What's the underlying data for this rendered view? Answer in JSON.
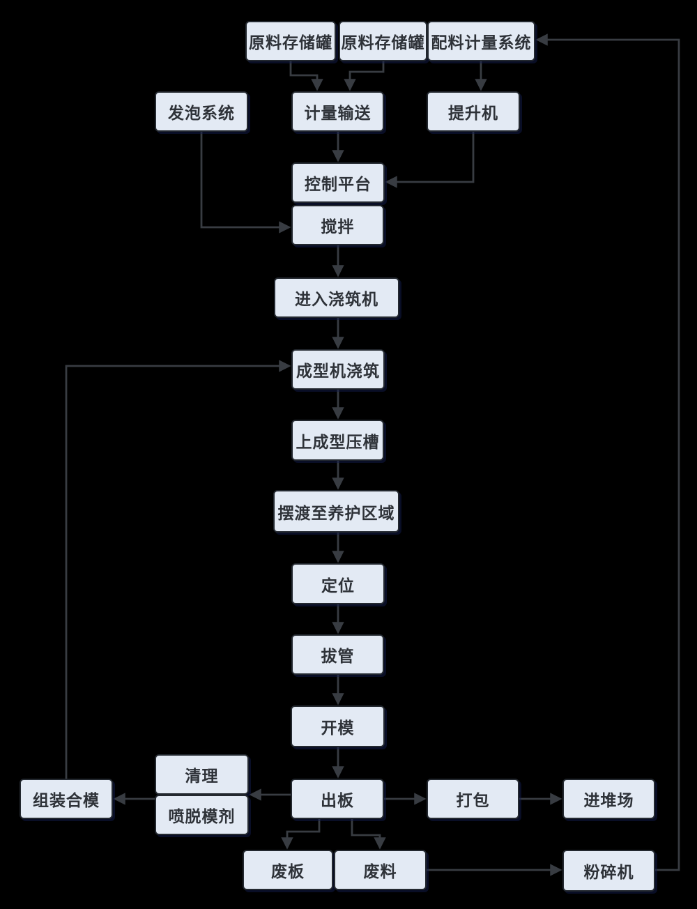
{
  "diagram": {
    "background_color": "#000000",
    "node_fill_color": "#e3eaf4",
    "node_border_color": "#23282f",
    "node_text_color": "#2e3238",
    "connector_color": "#383c42",
    "nodes": {
      "tank1": "原料存储罐",
      "tank2": "原料存储罐",
      "batching_system": "配料计量系统",
      "foaming_system": "发泡系统",
      "metering_conveyor": "计量输送",
      "hoist": "提升机",
      "control_platform": "控制平台",
      "mixing": "搅拌",
      "enter_casting_machine": "进入浇筑机",
      "forming_machine_casting": "成型机浇筑",
      "forming_press_groove": "上成型压槽",
      "ferry_to_curing_area": "摆渡至养护区域",
      "positioning": "定位",
      "tube_pulling": "拔管",
      "mold_opening": "开模",
      "cleaning": "清理",
      "spray_release_agent": "喷脱模剂",
      "assemble_close_mold": "组装合模",
      "board_output": "出板",
      "packing": "打包",
      "into_stockyard": "进堆场",
      "waste_board": "废板",
      "waste_material": "废料",
      "crusher": "粉碎机"
    }
  }
}
